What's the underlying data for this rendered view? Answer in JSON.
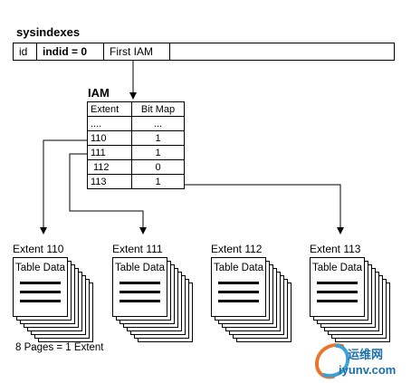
{
  "sysindexes": {
    "title": "sysindexes",
    "cells": [
      "id",
      "indid = 0",
      "First IAM"
    ]
  },
  "iam": {
    "title": "IAM",
    "header": [
      "Extent",
      "Bit Map"
    ],
    "rows": [
      [
        "....",
        "..."
      ],
      [
        "110",
        "1"
      ],
      [
        "111",
        "1"
      ],
      [
        "112",
        "0"
      ],
      [
        "113",
        "1"
      ]
    ]
  },
  "extents": [
    {
      "label": "Extent 110",
      "page_text": "Table Data"
    },
    {
      "label": "Extent 111",
      "page_text": "Table Data"
    },
    {
      "label": "Extent 112",
      "page_text": "Table Data"
    },
    {
      "label": "Extent 113",
      "page_text": "Table Data"
    }
  ],
  "caption": "8 Pages = 1 Extent",
  "watermark": {
    "text_top": "运维网",
    "text_bottom": "iyunv.com"
  },
  "colors": {
    "line": "#000000",
    "background": "#ffffff",
    "watermark": "#1b6fa8"
  }
}
